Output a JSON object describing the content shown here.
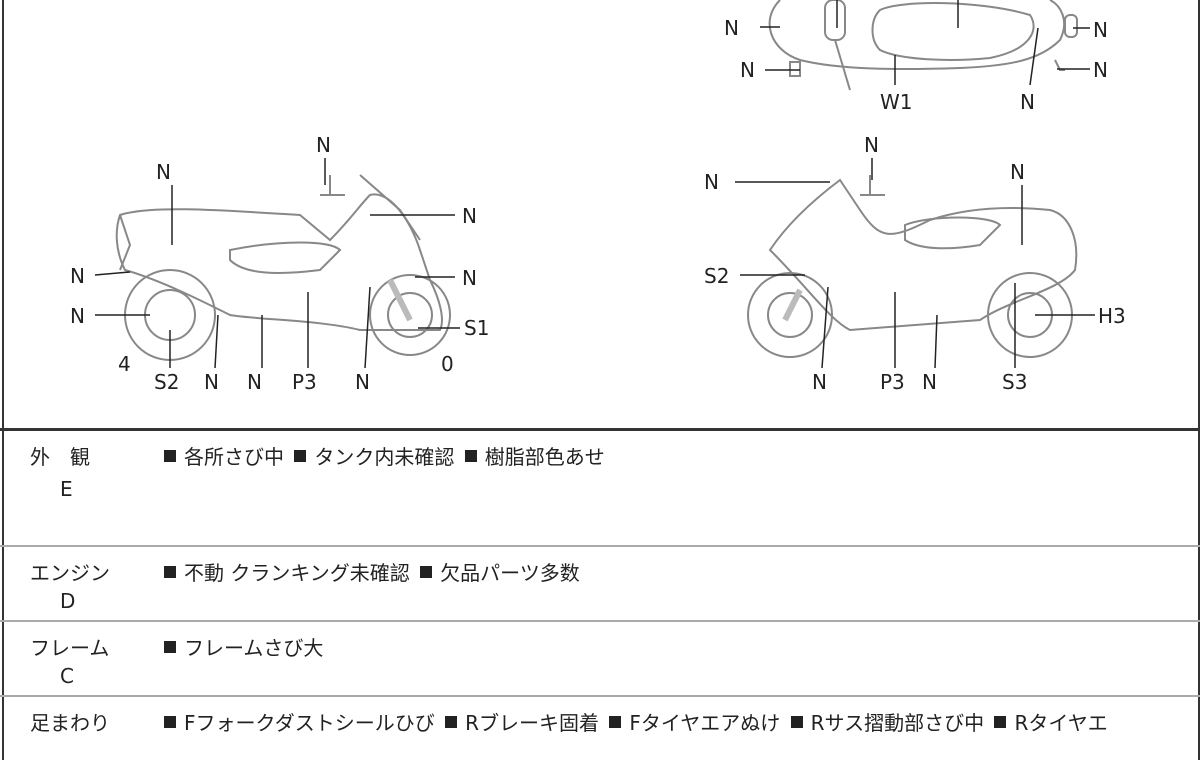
{
  "top_view": {
    "labels": [
      "N",
      "N",
      "N",
      "N",
      "W1",
      "N"
    ]
  },
  "left_view": {
    "labels": [
      "N",
      "N",
      "N",
      "N",
      "N",
      "N",
      "S1",
      "4",
      "S2",
      "N",
      "N",
      "P3",
      "N",
      "0"
    ]
  },
  "right_view": {
    "labels": [
      "N",
      "N",
      "N",
      "S2",
      "H3",
      "N",
      "P3",
      "N",
      "S3"
    ]
  },
  "sections": [
    {
      "category": "外　観",
      "grade": "E",
      "notes": [
        "各所さび中",
        "タンク内未確認",
        "樹脂部色あせ"
      ]
    },
    {
      "category": "エンジン",
      "grade": "D",
      "notes": [
        "不動 クランキング未確認",
        "欠品パーツ多数"
      ]
    },
    {
      "category": "フレーム",
      "grade": "C",
      "notes": [
        "フレームさび大"
      ]
    },
    {
      "category": "足まわり",
      "grade": "",
      "notes": [
        "Fフォークダストシールひび",
        "Rブレーキ固着",
        "Fタイヤエアぬけ",
        "Rサス摺動部さび中",
        "Rタイヤエ"
      ]
    }
  ]
}
